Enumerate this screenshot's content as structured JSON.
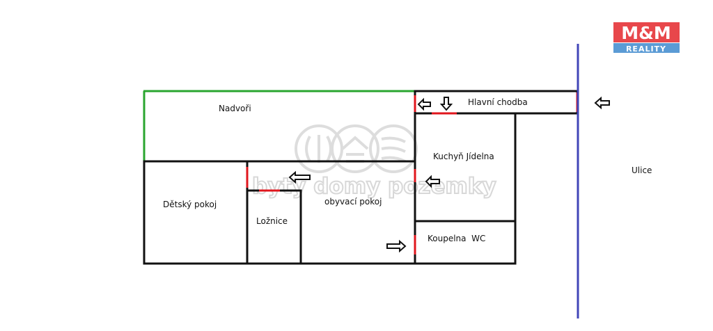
{
  "logo": {
    "text_top": "M&M",
    "text_bottom": "REALITY",
    "color_top": "#e8474b",
    "color_bottom": "#5b9bd5"
  },
  "watermark": {
    "text": "byty domy pozemky",
    "color": "#d9d9d9"
  },
  "rooms": {
    "nadvori": "Nadvoři",
    "hlavni_chodba": "Hlavní chodba",
    "kuchyn_jidelna": "Kuchyň Jídelna",
    "detsky_pokoj": "Dětský pokoj",
    "loznice": "Ložnice",
    "obyvaci_pokoj": "obyvací pokoj",
    "koupelna_wc": "Koupelna  WC",
    "ulice": "Ulice"
  },
  "colors": {
    "walls": "#111111",
    "doors": "#e0161d",
    "garden_edge": "#2aa52f",
    "street_line": "#4146b8",
    "arrows": "#111111"
  },
  "icons": [
    "arrow-left-icon",
    "arrow-down-icon",
    "arrow-right-icon"
  ]
}
